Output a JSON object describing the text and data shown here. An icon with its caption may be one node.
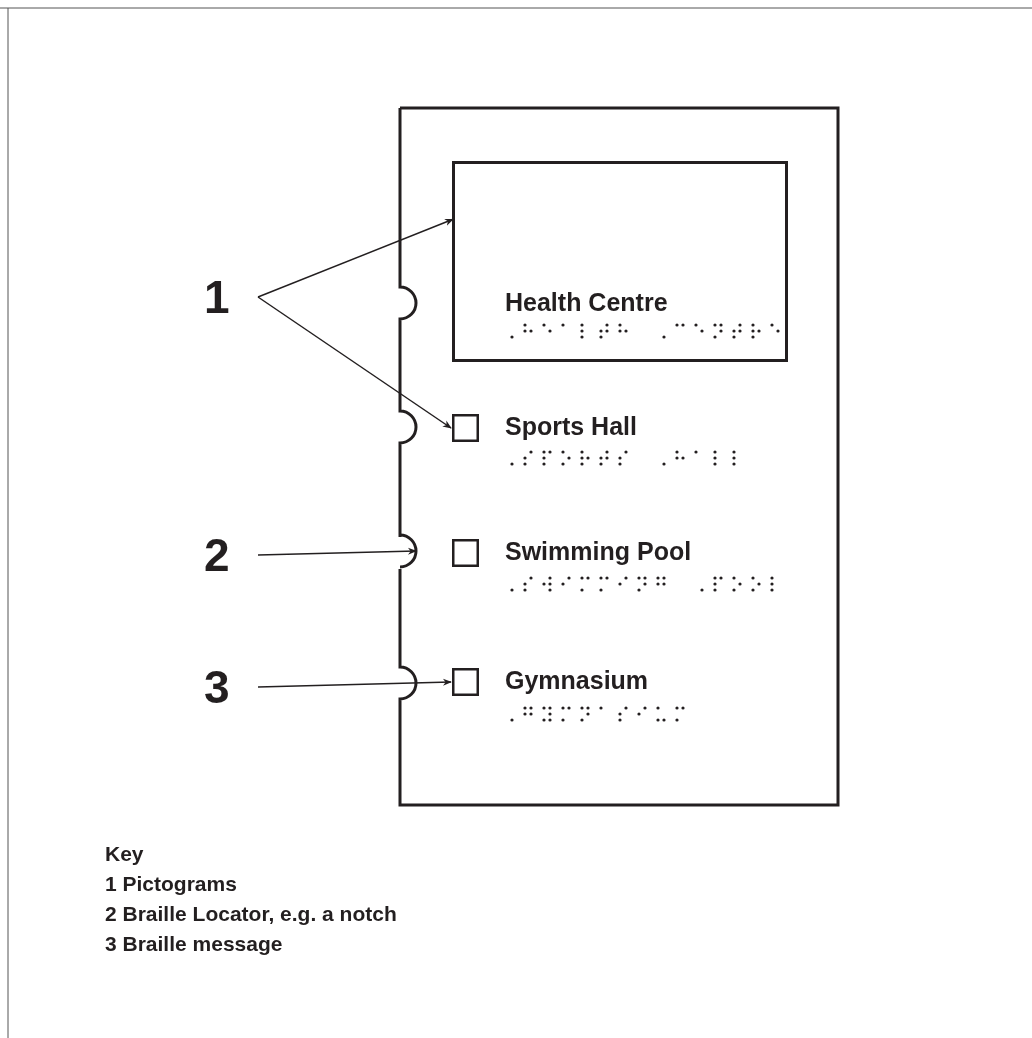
{
  "diagram": {
    "nodes": [
      {
        "text": [],
        "shape": "panel"
      },
      {
        "text": [
          "Health Centre"
        ],
        "in": 0
      },
      {
        "text": [
          "1"
        ]
      },
      {
        "text": [],
        "shape": "box",
        "in": 0
      },
      {
        "text": [
          "2"
        ]
      },
      {
        "text": [],
        "shape": "notch",
        "in": 0
      },
      {
        "text": [],
        "shape": "box",
        "in": 0
      },
      {
        "text": [
          "3"
        ]
      },
      {
        "text": [],
        "shape": "box",
        "in": 0
      }
    ],
    "edges": [
      {
        "from": 2,
        "to": 1,
        "arrow": "to"
      },
      {
        "from": 2,
        "to": 3,
        "arrow": "to"
      },
      {
        "from": 4,
        "to": 5,
        "arrow": "to"
      },
      {
        "from": 7,
        "to": 8,
        "arrow": "to"
      }
    ],
    "labels": [
      "Sports Hall",
      "Swimming Pool",
      "Gymnasium",
      "Key",
      "1 Pictograms",
      "2 Braille Locator, e.g. a notch",
      "3 Braille message"
    ]
  }
}
